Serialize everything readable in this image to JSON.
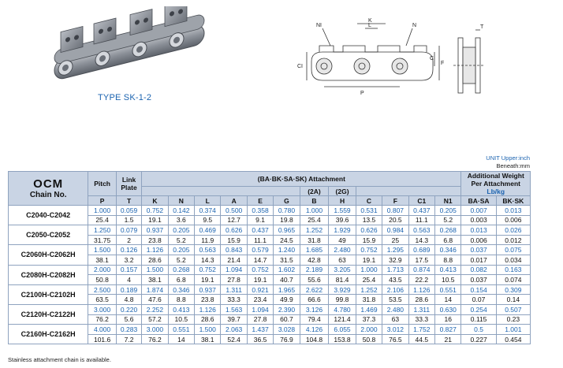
{
  "figure": {
    "type_label": "TYPE SK-1-2",
    "dim_labels": [
      "NI",
      "L",
      "K",
      "N",
      "P",
      "C",
      "F",
      "CI",
      "T"
    ],
    "colors": {
      "accent": "#1b63b0",
      "header_bg": "#c9d4e4",
      "border": "#8fa3bf"
    }
  },
  "unit_note": {
    "line1": "UNIT Upper:inch",
    "line2": "Beneath:mm"
  },
  "table": {
    "brand": "OCM",
    "chain_no": "Chain No.",
    "pitch": "Pitch",
    "link_plate": "Link Plate",
    "attachment_group": "(BA·BK·SA·SK) Attachment",
    "sub_2a": "(2A)",
    "sub_2g": "(2G)",
    "additional_weight": "Additional Weight Per Attachment",
    "unit_lbkg": "Lb/kg",
    "columns": [
      "P",
      "T",
      "K",
      "N",
      "L",
      "A",
      "E",
      "G",
      "B",
      "H",
      "C",
      "F",
      "C1",
      "N1",
      "BA·SA",
      "BK·SK"
    ],
    "rows": [
      {
        "name": "C2040-C2042",
        "inch": [
          "1.000",
          "0.059",
          "0.752",
          "0.142",
          "0.374",
          "0.500",
          "0.358",
          "0.780",
          "1.000",
          "1.559",
          "0.531",
          "0.807",
          "0.437",
          "0.205",
          "0.007",
          "0.013"
        ],
        "mm": [
          "25.4",
          "1.5",
          "19.1",
          "3.6",
          "9.5",
          "12.7",
          "9.1",
          "19.8",
          "25.4",
          "39.6",
          "13.5",
          "20.5",
          "11.1",
          "5.2",
          "0.003",
          "0.006"
        ]
      },
      {
        "name": "C2050-C2052",
        "inch": [
          "1.250",
          "0.079",
          "0.937",
          "0.205",
          "0.469",
          "0.626",
          "0.437",
          "0.965",
          "1.252",
          "1.929",
          "0.626",
          "0.984",
          "0.563",
          "0.268",
          "0.013",
          "0.026"
        ],
        "mm": [
          "31.75",
          "2",
          "23.8",
          "5.2",
          "11.9",
          "15.9",
          "11.1",
          "24.5",
          "31.8",
          "49",
          "15.9",
          "25",
          "14.3",
          "6.8",
          "0.006",
          "0.012"
        ]
      },
      {
        "name": "C2060H-C2062H",
        "inch": [
          "1.500",
          "0.126",
          "1.126",
          "0.205",
          "0.563",
          "0.843",
          "0.579",
          "1.240",
          "1.685",
          "2.480",
          "0.752",
          "1.295",
          "0.689",
          "0.346",
          "0.037",
          "0.075"
        ],
        "mm": [
          "38.1",
          "3.2",
          "28.6",
          "5.2",
          "14.3",
          "21.4",
          "14.7",
          "31.5",
          "42.8",
          "63",
          "19.1",
          "32.9",
          "17.5",
          "8.8",
          "0.017",
          "0.034"
        ]
      },
      {
        "name": "C2080H-C2082H",
        "inch": [
          "2.000",
          "0.157",
          "1.500",
          "0.268",
          "0.752",
          "1.094",
          "0.752",
          "1.602",
          "2.189",
          "3.205",
          "1.000",
          "1.713",
          "0.874",
          "0.413",
          "0.082",
          "0.163"
        ],
        "mm": [
          "50.8",
          "4",
          "38.1",
          "6.8",
          "19.1",
          "27.8",
          "19.1",
          "40.7",
          "55.6",
          "81.4",
          "25.4",
          "43.5",
          "22.2",
          "10.5",
          "0.037",
          "0.074"
        ]
      },
      {
        "name": "C2100H-C2102H",
        "inch": [
          "2.500",
          "0.189",
          "1.874",
          "0.346",
          "0.937",
          "1.311",
          "0.921",
          "1.965",
          "2.622",
          "3.929",
          "1.252",
          "2.106",
          "1.126",
          "0.551",
          "0.154",
          "0.309"
        ],
        "mm": [
          "63.5",
          "4.8",
          "47.6",
          "8.8",
          "23.8",
          "33.3",
          "23.4",
          "49.9",
          "66.6",
          "99.8",
          "31.8",
          "53.5",
          "28.6",
          "14",
          "0.07",
          "0.14"
        ]
      },
      {
        "name": "C2120H-C2122H",
        "inch": [
          "3.000",
          "0.220",
          "2.252",
          "0.413",
          "1.126",
          "1.563",
          "1.094",
          "2.390",
          "3.126",
          "4.780",
          "1.469",
          "2.480",
          "1.311",
          "0.630",
          "0.254",
          "0.507"
        ],
        "mm": [
          "76.2",
          "5.6",
          "57.2",
          "10.5",
          "28.6",
          "39.7",
          "27.8",
          "60.7",
          "79.4",
          "121.4",
          "37.3",
          "63",
          "33.3",
          "16",
          "0.115",
          "0.23"
        ]
      },
      {
        "name": "C2160H-C2162H",
        "inch": [
          "4.000",
          "0.283",
          "3.000",
          "0.551",
          "1.500",
          "2.063",
          "1.437",
          "3.028",
          "4.126",
          "6.055",
          "2.000",
          "3.012",
          "1.752",
          "0.827",
          "0.5",
          "1.001"
        ],
        "mm": [
          "101.6",
          "7.2",
          "76.2",
          "14",
          "38.1",
          "52.4",
          "36.5",
          "76.9",
          "104.8",
          "153.8",
          "50.8",
          "76.5",
          "44.5",
          "21",
          "0.227",
          "0.454"
        ]
      }
    ]
  },
  "footnote": "Stainless attachment chain is available."
}
